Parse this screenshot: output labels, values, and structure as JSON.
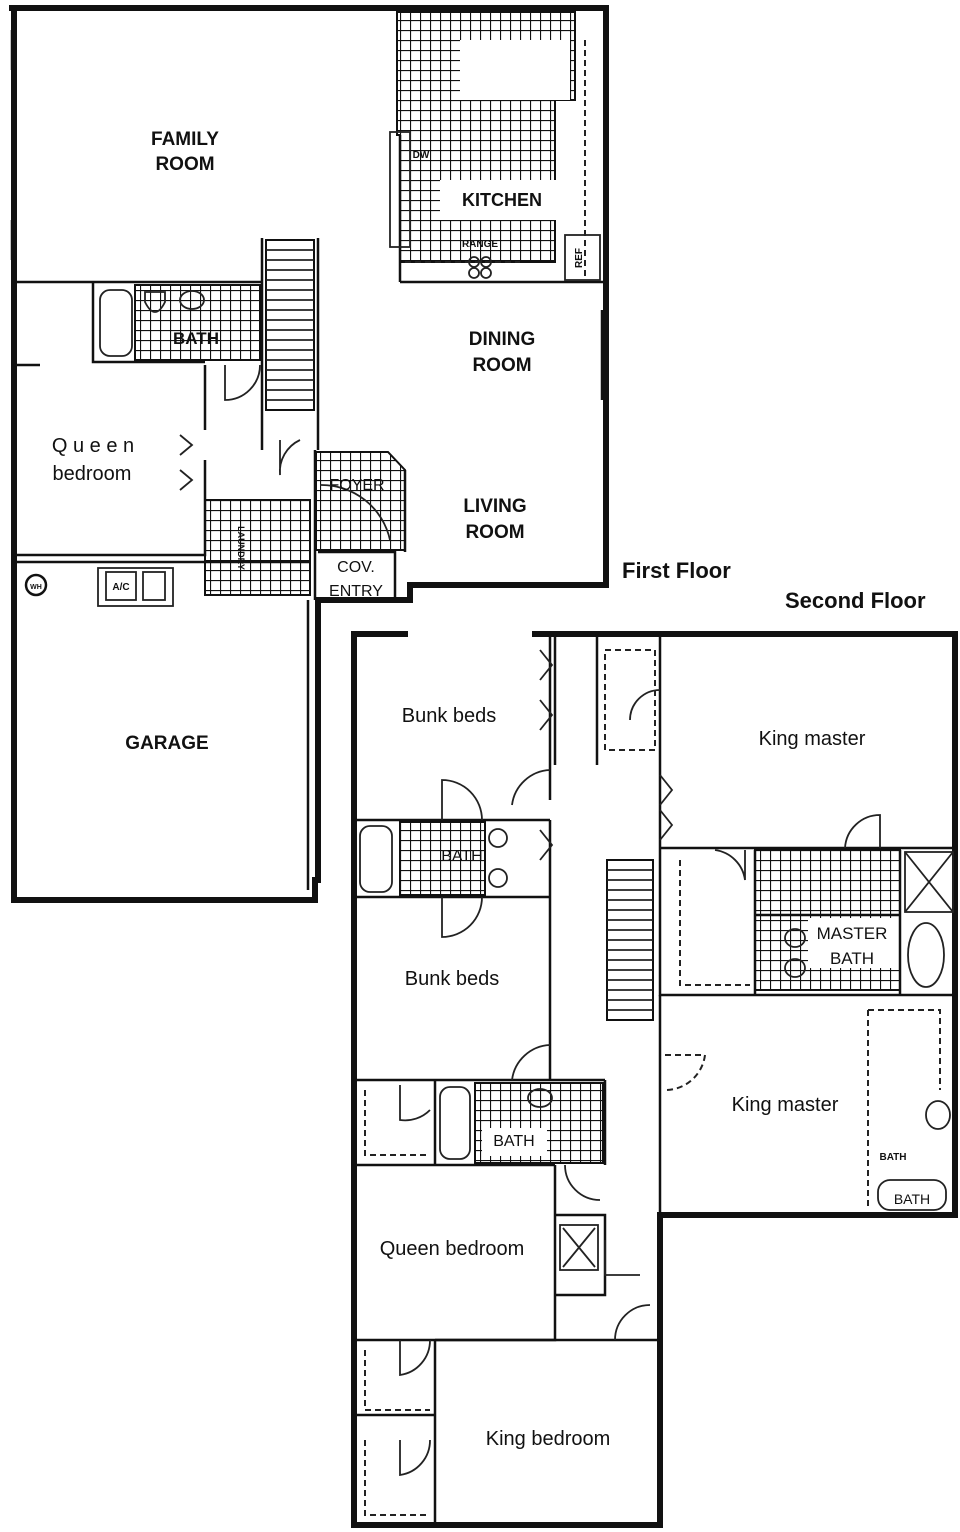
{
  "floor_labels": {
    "first": "First Floor",
    "second": "Second Floor"
  },
  "first_floor": {
    "family_room": [
      "FAMILY",
      "ROOM"
    ],
    "kitchen": "KITCHEN",
    "dining_room": [
      "DINING",
      "ROOM"
    ],
    "living_room": [
      "LIVING",
      "ROOM"
    ],
    "bath": "BATH",
    "queen_bedroom": [
      "Q u e e n",
      "bedroom"
    ],
    "foyer": "FOYER",
    "cov_entry": [
      "COV.",
      "ENTRY"
    ],
    "garage": "GARAGE",
    "fixtures": {
      "dw": "DW",
      "range": "RANGE",
      "ref": "REF",
      "ac": "A/C",
      "wh": "WH",
      "laundry": "LAUNDRY"
    }
  },
  "second_floor": {
    "bunk_beds_1": "Bunk beds",
    "king_master_1": "King master",
    "bath_1": "BATH",
    "bunk_beds_2": "Bunk beds",
    "master_bath": [
      "MASTER",
      "BATH"
    ],
    "king_master_2": "King master",
    "bath_2": "BATH",
    "bath_3_small": "BATH",
    "bath_3": "BATH",
    "queen_bedroom": "Queen bedroom",
    "king_bedroom": "King bedroom"
  }
}
